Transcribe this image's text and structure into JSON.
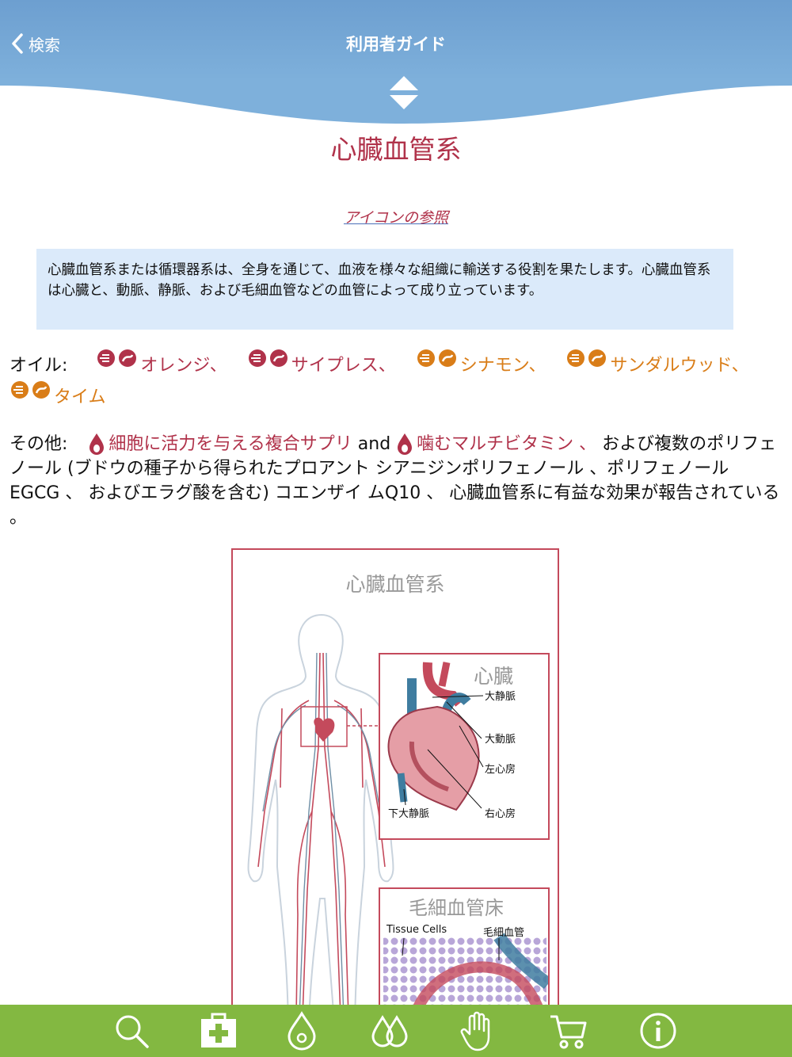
{
  "nav": {
    "back_label": "検索",
    "title": "利用者ガイド"
  },
  "page": {
    "title": "心臓血管系",
    "icon_reference_link": "アイコンの参照",
    "intro": "心臓血管系または循環器系は、全身を通じて、血液を様々な組織に輸送する役割を果たします。心臓血管系は心臓と、動脈、静脈、および毛細血管などの血管によって成り立っています。"
  },
  "oils": {
    "label": "オイル:",
    "items": [
      {
        "name": "オレンジ、",
        "color": "#b0324a"
      },
      {
        "name": "サイプレス、",
        "color": "#b0324a"
      },
      {
        "name": "シナモン、",
        "color": "#d97d18"
      },
      {
        "name": "サンダルウッド、",
        "color": "#d97d18"
      },
      {
        "name": "タイム",
        "color": "#d97d18"
      }
    ]
  },
  "other": {
    "label": "その他:",
    "supplement1": "細胞に活力を与える複合サプリ",
    "and": "and",
    "supplement2": "噛むマルチビタミン 、",
    "rest": "および複数のポリフェ ノール (ブドウの種子から得られたプロアント シアニジンポリフェノール 、ポリフェノール EGCG 、 およびエラグ酸を含む) コエンザイ ムQ10 、 心臓血管系に有益な効果が報告されている 。"
  },
  "diagram": {
    "title": "心臓血管系",
    "heart_inset": {
      "title": "心臓",
      "labels": [
        "大静脈",
        "大動脈",
        "左心房",
        "下大静脈",
        "右心房"
      ]
    },
    "capillary_inset": {
      "title": "毛細血管床",
      "labels": [
        "Tissue Cells",
        "毛細血管"
      ]
    }
  },
  "tabbar": {
    "icons": [
      "search-icon",
      "first-aid-icon",
      "single-drop-icon",
      "oils-drops-icon",
      "hand-icon",
      "cart-icon",
      "info-icon"
    ]
  },
  "colors": {
    "nav": "#7eb0db",
    "accent_red": "#b0324a",
    "accent_orange": "#d97d18",
    "tabbar": "#83b841",
    "info_box": "#dbeafa"
  }
}
